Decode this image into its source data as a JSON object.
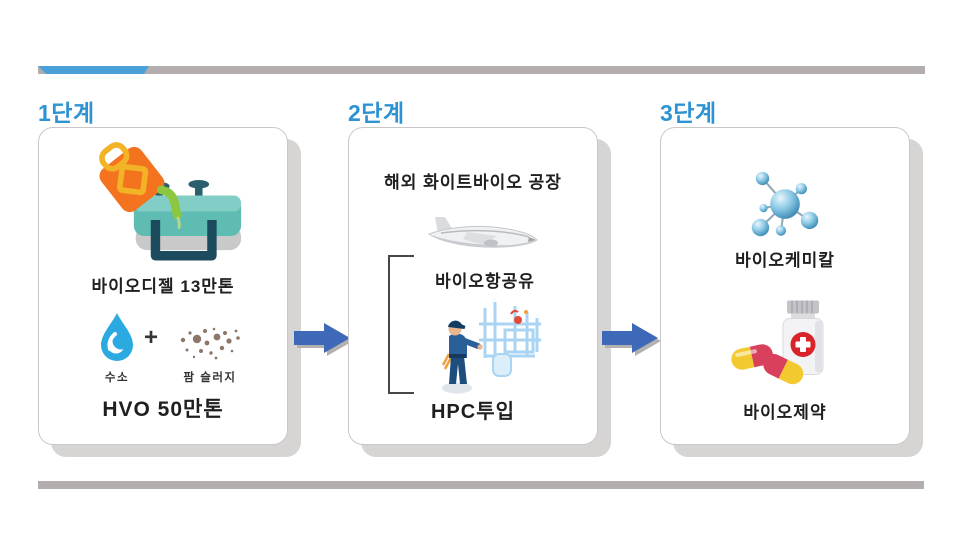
{
  "stages": [
    {
      "label": "1단계",
      "card": {
        "biodiesel": "바이오디젤 13만톤",
        "hydrogen": "수소",
        "plus": "+",
        "palm_sludge": "팜 슬러지",
        "hvo": "HVO 50만톤"
      }
    },
    {
      "label": "2단계",
      "card": {
        "factory": "해외 화이트바이오 공장",
        "jet_fuel": "바이오항공유",
        "hpc": "HPC투입"
      }
    },
    {
      "label": "3단계",
      "card": {
        "biochemical": "바이오케미칼",
        "biopharma": "바이오제약"
      }
    }
  ],
  "icons": {
    "stage1": [
      "fuel-can-pouring-icon",
      "storage-tank-icon",
      "water-drop-icon",
      "palm-sludge-dots-icon"
    ],
    "stage2": [
      "airplane-icon",
      "worker-pipes-icon"
    ],
    "stage3": [
      "molecule-icon",
      "medicine-bottle-capsules-icon"
    ],
    "connectors": [
      "arrow-right-icon",
      "arrow-right-icon"
    ]
  },
  "colors": {
    "stage_label_blue": "#2e93d3",
    "top_bar_blue": "#4aa0d8",
    "bar_gray": "#b4adae",
    "arrow_blue": "#3e68b8",
    "card_border": "#c9c7c7",
    "card_shadow": "#d7d5d4",
    "body_text": "#1f1f1f"
  }
}
